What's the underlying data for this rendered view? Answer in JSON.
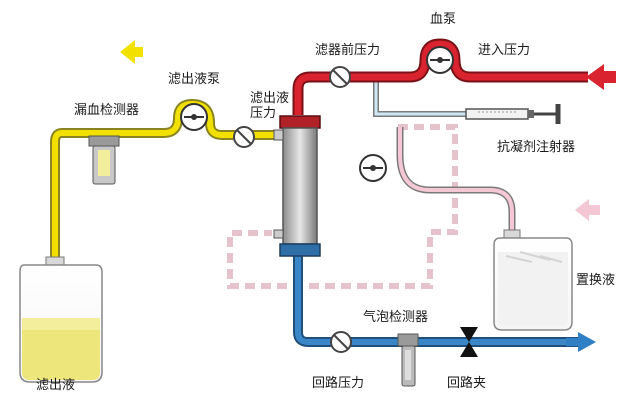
{
  "labels": {
    "blood_pump": "血泵",
    "pre_filter_pressure": "滤器前压力",
    "inlet_pressure": "进入压力",
    "filtrate_pump": "滤出液泵",
    "leak_detector": "漏血检测器",
    "filtrate_pressure": "滤出液压力",
    "anticoagulant_syringe": "抗凝剂注射器",
    "replacement_fluid": "置换液",
    "bubble_detector": "气泡检测器",
    "filtrate": "滤出液",
    "return_pressure": "回路压力",
    "return_clamp": "回路夹"
  },
  "colors": {
    "arterial_line": "#d9232e",
    "filtrate_line": "#f2e100",
    "return_line": "#3b86c6",
    "replacement_line": "#f4c7d4",
    "dashed_line": "#e6c2cd"
  }
}
